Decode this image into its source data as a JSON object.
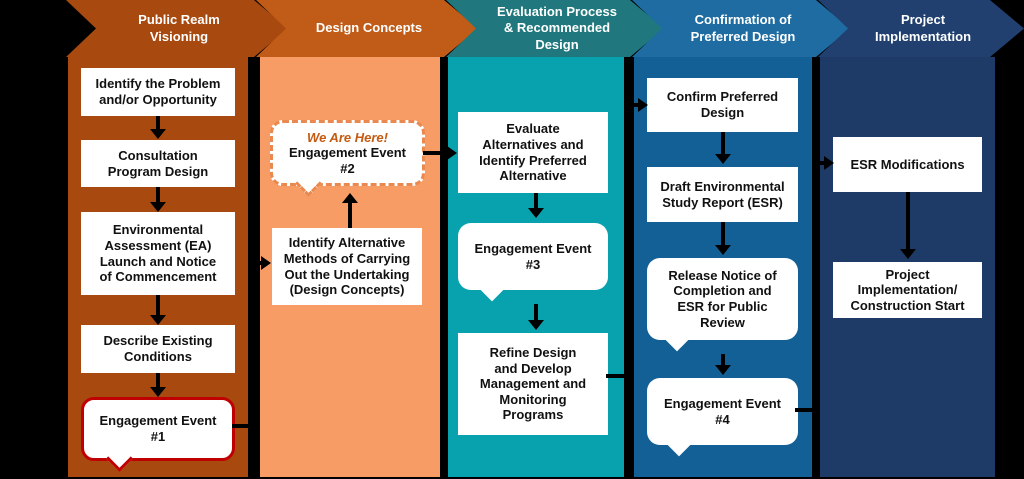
{
  "colors": {
    "background": "#000000",
    "col1": "#A8490F",
    "col2_header": "#C05C17",
    "col2_body": "#F89C66",
    "col3_header": "#20787E",
    "col3_body": "#07A2AE",
    "col4_header": "#1E6CA2",
    "col4_body": "#126095",
    "col5": "#1F3B69",
    "engagement1_border": "#C00000",
    "we_are_here_text": "#C55A11"
  },
  "columns": [
    {
      "header": "Public Realm\nVisioning",
      "steps": [
        {
          "type": "box",
          "label": "Identify the Problem\nand/or Opportunity"
        },
        {
          "type": "box",
          "label": "Consultation\nProgram Design"
        },
        {
          "type": "box",
          "label": "Environmental\nAssessment (EA)\nLaunch and Notice\nof Commencement"
        },
        {
          "type": "box",
          "label": "Describe Existing\nConditions"
        },
        {
          "type": "callout-highlighted",
          "label": "Engagement Event\n#1"
        }
      ]
    },
    {
      "header": "Design Concepts",
      "steps": [
        {
          "type": "callout-current",
          "marker": "We Are Here!",
          "label": "Engagement Event\n#2"
        },
        {
          "type": "box",
          "label": "Identify Alternative\nMethods of Carrying\nOut the Undertaking\n(Design Concepts)"
        }
      ]
    },
    {
      "header": "Evaluation Process\n& Recommended\nDesign",
      "steps": [
        {
          "type": "box",
          "label": "Evaluate\nAlternatives and\nIdentify Preferred\nAlternative"
        },
        {
          "type": "callout",
          "label": "Engagement Event\n#3"
        },
        {
          "type": "box",
          "label": "Refine Design\nand Develop\nManagement and\nMonitoring\nPrograms"
        }
      ]
    },
    {
      "header": "Confirmation of\nPreferred Design",
      "steps": [
        {
          "type": "box",
          "label": "Confirm Preferred\nDesign"
        },
        {
          "type": "box",
          "label": "Draft Environmental\nStudy Report (ESR)"
        },
        {
          "type": "callout",
          "label": "Release Notice of\nCompletion and\nESR for Public\nReview"
        },
        {
          "type": "callout",
          "label": "Engagement Event\n#4"
        }
      ]
    },
    {
      "header": "Project\nImplementation",
      "steps": [
        {
          "type": "box",
          "label": "ESR Modifications"
        },
        {
          "type": "box",
          "label": "Project\nImplementation/\nConstruction Start"
        }
      ]
    }
  ]
}
